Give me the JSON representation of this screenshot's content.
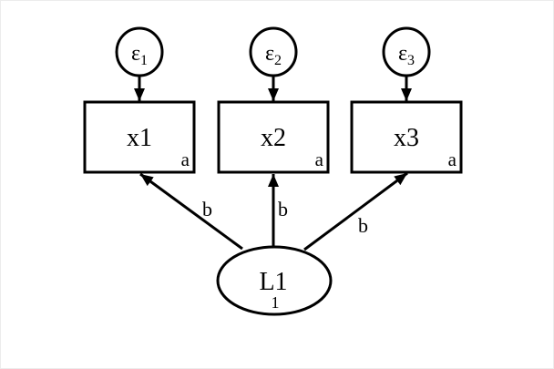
{
  "colors": {
    "ink": "#000000",
    "background": "#ffffff"
  },
  "diagram": {
    "type": "sem-measurement-model",
    "latent": {
      "label": "L1",
      "variance_label": "1"
    },
    "observed": [
      {
        "label": "x1",
        "intercept_label": "a"
      },
      {
        "label": "x2",
        "intercept_label": "a"
      },
      {
        "label": "x3",
        "intercept_label": "a"
      }
    ],
    "errors": [
      {
        "symbol": "ε",
        "subscript": "1"
      },
      {
        "symbol": "ε",
        "subscript": "2"
      },
      {
        "symbol": "ε",
        "subscript": "3"
      }
    ],
    "loadings": [
      {
        "label": "b"
      },
      {
        "label": "b"
      },
      {
        "label": "b"
      }
    ]
  }
}
